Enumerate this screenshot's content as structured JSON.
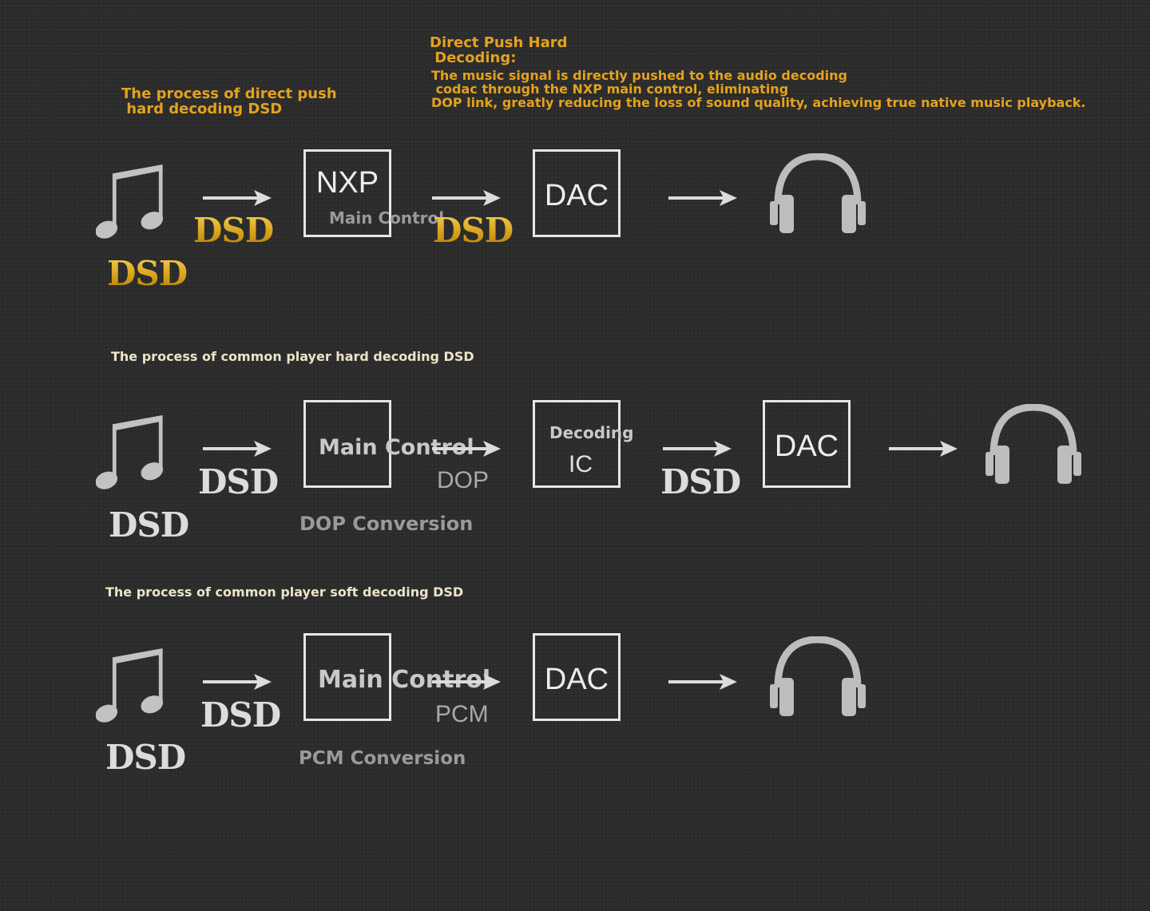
{
  "colors": {
    "gold": "#e3a21f",
    "cream": "#ece4c8",
    "background": "#2b2b2b",
    "icon_grey": "#bdbdbd"
  },
  "header": {
    "direct_title": "The process of direct push\n hard decoding DSD",
    "feature_title": "Direct Push Hard\n Decoding:",
    "feature_desc": "The music signal is directly pushed to the audio decoding\n codac through the NXP main control, eliminating\nDOP link, greatly reducing the loss of sound quality, achieving true native music playback."
  },
  "row1": {
    "source_label": "DSD",
    "arrow1_label": "DSD",
    "main_box": "NXP",
    "main_box_sub": "Main Control",
    "arrow2_label": "DSD",
    "dac_box": "DAC"
  },
  "row2": {
    "title": "The process of common player hard decoding DSD",
    "source_label": "DSD",
    "arrow1_label": "DSD",
    "main_box": "Main Control",
    "arrow2_label": "DOP",
    "conversion_label": "DOP Conversion",
    "decoding_box_title": "Decoding",
    "decoding_box_chip": "IC",
    "arrow3_label": "DSD",
    "dac_box": "DAC"
  },
  "row3": {
    "title": "The process of common player soft decoding DSD",
    "source_label": "DSD",
    "arrow1_label": "DSD",
    "main_box": "Main Control",
    "arrow2_label": "PCM",
    "conversion_label": "PCM Conversion",
    "dac_box": "DAC"
  },
  "icons": {
    "music": "music-note-icon",
    "arrow": "right-arrow-icon",
    "headphones": "headphones-icon"
  }
}
